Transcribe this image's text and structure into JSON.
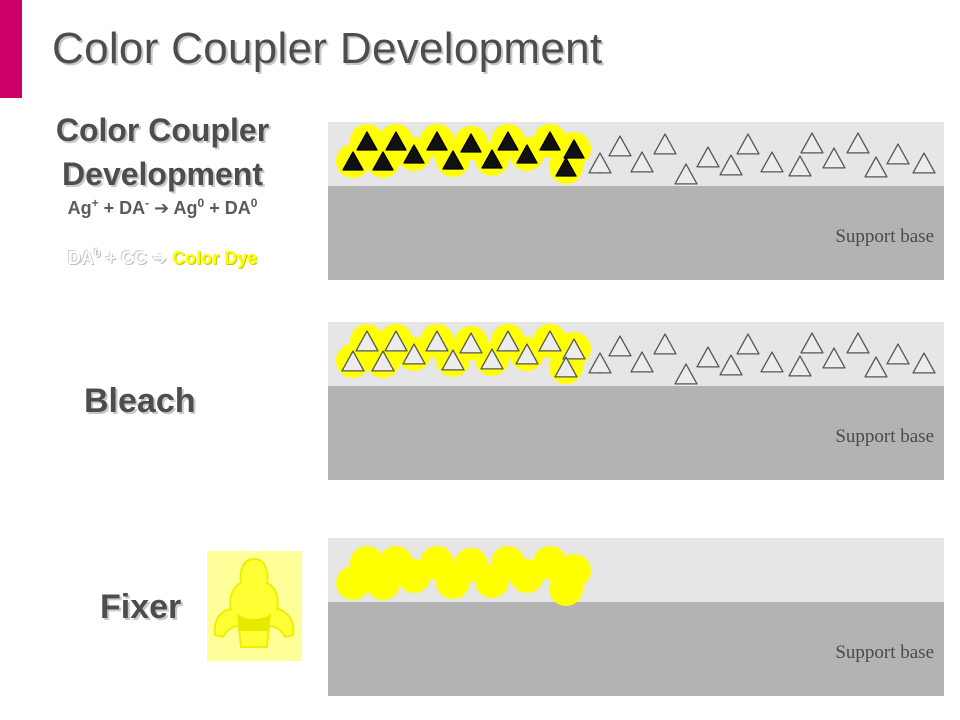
{
  "title": "Color Coupler Development",
  "subtitle": {
    "line1_part1_first": "C",
    "line1_part1_rest": "olor ",
    "line1_part2_first": "C",
    "line1_part2_rest": "oupler",
    "line2": "Development"
  },
  "equation1": {
    "ag": "Ag",
    "ag_sup": "+",
    "plus_da": " + DA",
    "da_sup": "-",
    "arrow": " ➔ ",
    "ag0": "Ag",
    "ag0_sup": "0",
    "plus": " + ",
    "da0": "DA",
    "da0_sup": "0"
  },
  "equation2": {
    "da": "DA",
    "da_sup": "0",
    "plus_cc": " + CC ",
    "arrow": "➔ ",
    "dye": "Color Dye"
  },
  "steps": [
    "Bleach",
    "Fixer"
  ],
  "panels": [
    {
      "support_label": "Support base"
    },
    {
      "support_label": "Support base"
    },
    {
      "support_label": "Support base"
    }
  ],
  "colors": {
    "accent": "#cc0066",
    "dye_yellow": "#ffff00",
    "emulsion": "#e6e6e6",
    "support": "#b3b3b3",
    "text_gray": "#4d4d4d"
  },
  "icons": [
    "silver-halide-crystal-icon",
    "developed-silver-icon",
    "dye-cloud-icon"
  ]
}
